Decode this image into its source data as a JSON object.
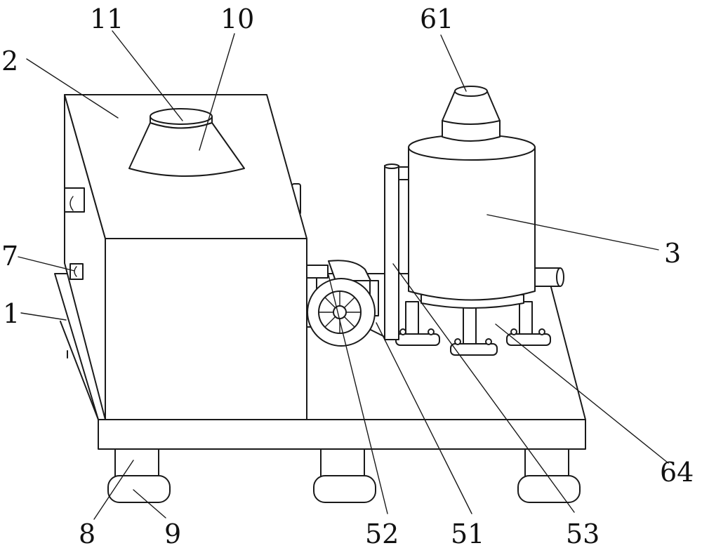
{
  "labels": {
    "l1": "1",
    "l2": "2",
    "l3": "3",
    "l7": "7",
    "l8": "8",
    "l9": "9",
    "l10": "10",
    "l11": "11",
    "l51": "51",
    "l52": "52",
    "l53": "53",
    "l61": "61",
    "l64": "64"
  },
  "colors": {
    "line": "#1a1a1a",
    "background": "#ffffff"
  }
}
